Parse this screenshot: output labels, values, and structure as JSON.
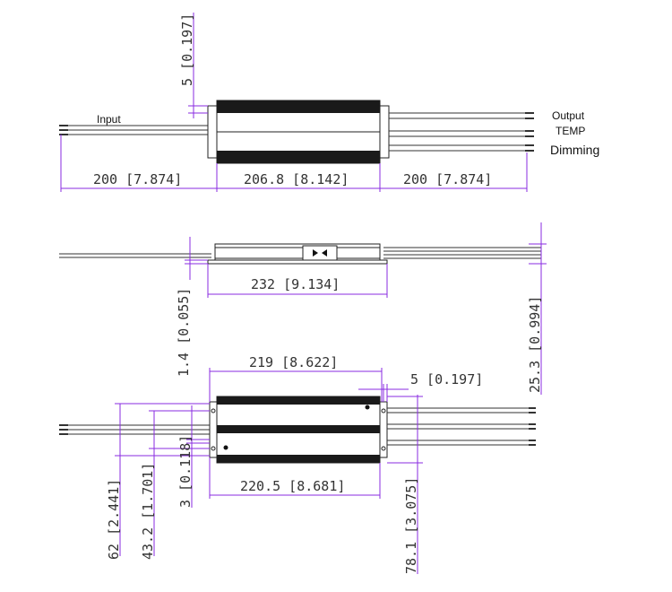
{
  "labels": {
    "input": "Input",
    "output": "Output",
    "temp": "TEMP",
    "dimming": "Dimming"
  },
  "top_view": {
    "dim_height": "5 [0.197]",
    "dim_input_wire": "200 [7.874]",
    "dim_case_length": "206.8 [8.142]",
    "dim_output_wire": "200 [7.874]"
  },
  "side_view": {
    "dim_length": "232 [9.134]",
    "dim_flange": "1.4 [0.055]",
    "dim_height": "25.3 [0.994]"
  },
  "bottom_view": {
    "dim_hole_spacing": "219 [8.622]",
    "dim_edge": "5 [0.197]",
    "dim_body_length": "220.5 [8.681]",
    "dim_width_62": "62 [2.441]",
    "dim_width_432": "43.2 [1.701]",
    "dim_slot": "3 [0.118]",
    "dim_total_width": "78.1 [3.075]"
  },
  "colors": {
    "dimension": "#8a2be2",
    "body": "#1a1a1a"
  }
}
